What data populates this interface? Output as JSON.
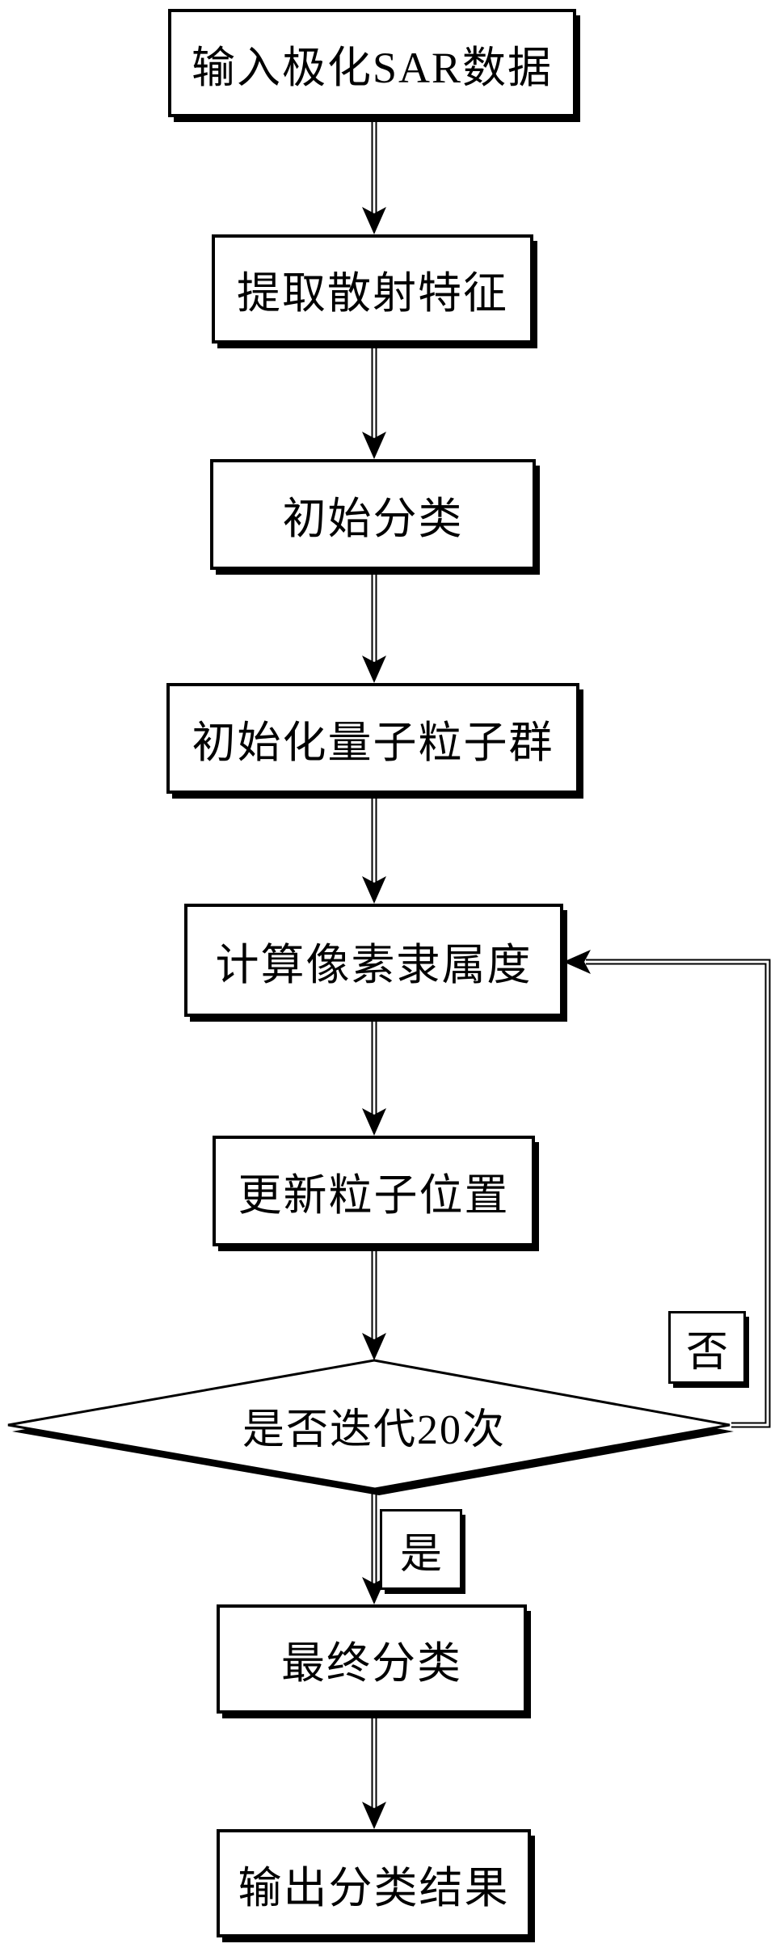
{
  "diagram": {
    "background": "#ffffff",
    "line_color": "#000000",
    "box_fill": "#ffffff",
    "nodes": {
      "input": {
        "label": "输入极化SAR数据",
        "type": "process"
      },
      "extract": {
        "label": "提取散射特征",
        "type": "process"
      },
      "initial": {
        "label": "初始分类",
        "type": "process"
      },
      "init_swarm": {
        "label": "初始化量子粒子群",
        "type": "process"
      },
      "membership": {
        "label": "计算像素隶属度",
        "type": "process"
      },
      "update": {
        "label": "更新粒子位置",
        "type": "process"
      },
      "decision": {
        "label": "是否迭代20次",
        "type": "decision"
      },
      "final": {
        "label": "最终分类",
        "type": "process"
      },
      "output": {
        "label": "输出分类结果",
        "type": "process"
      }
    },
    "branch_labels": {
      "yes": "是",
      "no": "否"
    },
    "edges": [
      {
        "from": "input",
        "to": "extract",
        "label": ""
      },
      {
        "from": "extract",
        "to": "initial",
        "label": ""
      },
      {
        "from": "initial",
        "to": "init_swarm",
        "label": ""
      },
      {
        "from": "init_swarm",
        "to": "membership",
        "label": ""
      },
      {
        "from": "membership",
        "to": "update",
        "label": ""
      },
      {
        "from": "update",
        "to": "decision",
        "label": ""
      },
      {
        "from": "decision",
        "to": "final",
        "label": "是"
      },
      {
        "from": "decision",
        "to": "membership",
        "label": "否"
      },
      {
        "from": "final",
        "to": "output",
        "label": ""
      }
    ]
  }
}
